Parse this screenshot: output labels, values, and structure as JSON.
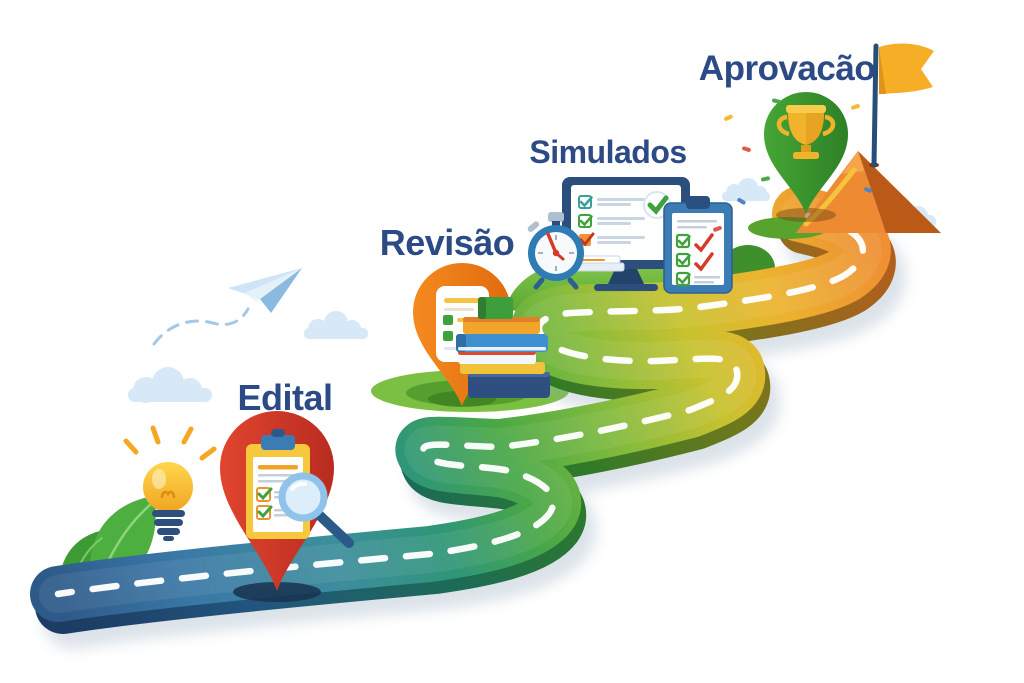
{
  "steps": [
    {
      "id": "edital",
      "label": "Edital",
      "icon": "map-pin-clipboard-magnifier-icon",
      "pin_color": "#c9362a"
    },
    {
      "id": "revisao",
      "label": "Revisão",
      "icon": "map-pin-checklist-books-icon",
      "pin_color": "#f07c18"
    },
    {
      "id": "simulados",
      "label": "Simulados",
      "icon": "monitor-checklist-stopwatch-clipboard-icon",
      "pin_color": "#3c7cb5"
    },
    {
      "id": "aprovacao",
      "label": "Aprovacão",
      "icon": "map-pin-trophy-flag-mountain-icon",
      "pin_color": "#3f9b30"
    }
  ],
  "colors": {
    "label_text": "#2b4a86",
    "road_gradient": [
      "#2e5a89",
      "#3a78a6",
      "#3d8d9d",
      "#2f9678",
      "#4aa845",
      "#83bb3c",
      "#c9c22e",
      "#ecb42e",
      "#ee9033"
    ],
    "road_side": [
      "#1c3c63",
      "#22557e",
      "#1d6b55",
      "#2f7a28",
      "#70781c",
      "#b05f1d"
    ],
    "road_dash": "#ffffff",
    "grass": "#7ec24a",
    "flag": "#f6ae27",
    "cloud": "#d7e8f6",
    "trophy": "#f2b32c",
    "lightbulb": "#f9c63c"
  }
}
